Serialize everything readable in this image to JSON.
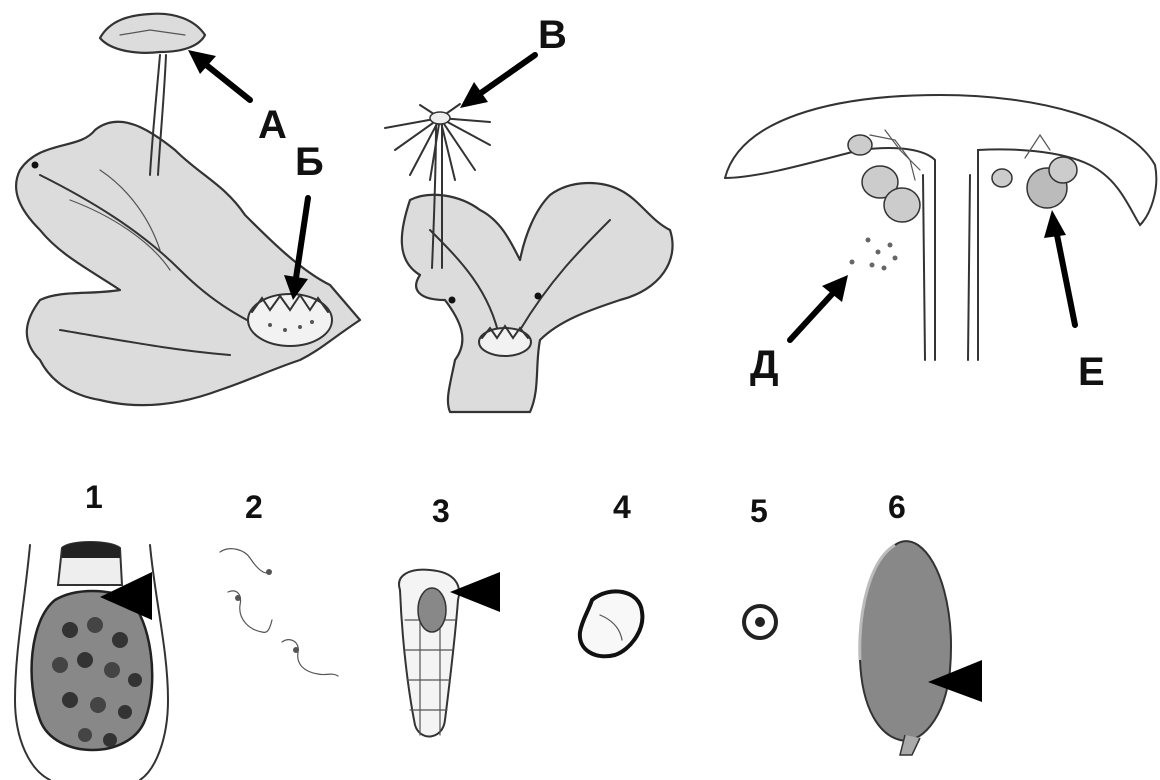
{
  "letters": {
    "a": "А",
    "b": "Б",
    "v": "В",
    "d": "Д",
    "e": "Е"
  },
  "numbers": [
    "1",
    "2",
    "3",
    "4",
    "5",
    "6"
  ],
  "colors": {
    "thallus_fill": "#dcdcdc",
    "outline": "#333333",
    "arrow": "#000000",
    "background": "#ffffff"
  }
}
